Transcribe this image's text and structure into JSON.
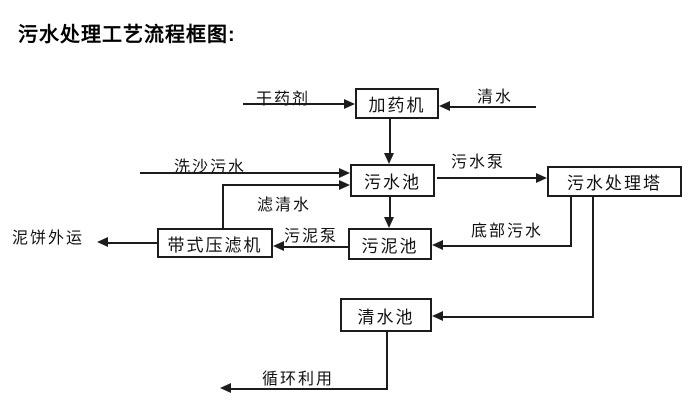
{
  "page": {
    "title": "污水处理工艺流程框图:"
  },
  "diagram": {
    "nodes": {
      "dosing_machine": "加药机",
      "sewage_pool": "污水池",
      "treatment_tower": "污水处理塔",
      "sludge_pool": "污泥池",
      "belt_filter_press": "带式压滤机",
      "clean_water_pool": "清水池"
    },
    "flow_labels": {
      "dry_chemical": "干药剂",
      "clean_water": "清水",
      "sand_washing_sewage": "洗沙污水",
      "sewage_pump": "污水泵",
      "filtered_water": "滤清水",
      "sludge_pump": "污泥泵",
      "bottom_sewage": "底部污水",
      "mud_cake_out": "泥饼外运",
      "recycle_use": "循环利用"
    },
    "colors": {
      "line": "#1c1c1c",
      "text": "#111111",
      "background": "#ffffff"
    }
  }
}
